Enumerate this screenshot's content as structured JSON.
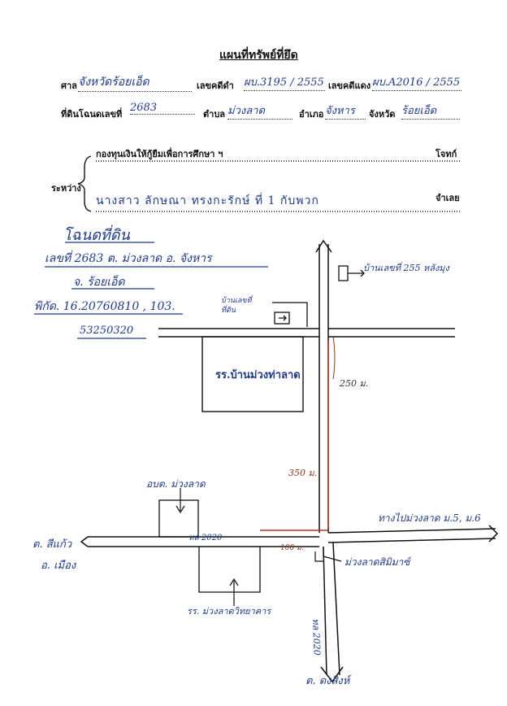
{
  "document": {
    "title": "แผนที่ทรัพย์ที่ยึด",
    "court_label": "ศาล",
    "court_value": "จังหวัดร้อยเอ็ด",
    "black_case_label": "เลขคดีดำ",
    "black_case_value": "ผบ.3195 / 2555",
    "red_case_label": "เลขคดีแดง",
    "red_case_value": "ผบ.A2016 / 2555",
    "deed_label": "ที่ดินโฉนดเลขที่",
    "deed_value": "2683",
    "subdistrict_label": "ตำบล",
    "subdistrict_value": "ม่วงลาด",
    "district_label": "อำเภอ",
    "district_value": "จังหาร",
    "province_label": "จังหวัด",
    "province_value": "ร้อยเอ็ด",
    "between_label": "ระหว่าง",
    "plaintiff_name": "กองทุนเงินให้กู้ยืมเพื่อการศึกษา ฯ",
    "plaintiff_label": "โจทก์",
    "defendant_name": "นางสาว ลักษณา ทรงกะรักษ์ ที่ 1 กับพวก",
    "defendant_label": "จำเลย"
  },
  "notes": {
    "heading": "โฉนดที่ดิน",
    "line1": "เลขที่ 2683 ต. ม่วงลาด อ. จังหาร",
    "line2": "จ. ร้อยเอ็ด",
    "line3": "พิกัด. 16.20760810 , 103.",
    "line4": "53250320"
  },
  "map": {
    "house_top_right": "บ้านเลขที่ 255 หลังมุง",
    "house_arrow_label": "บ้านเลขที่ ที่ดิน",
    "school": "รร.บ้านม่วงท่าลาด",
    "dist_250": "250 ม.",
    "dist_350": "350 ม.",
    "dist_100": "100 ม.",
    "obt": "อบต. ม่วงลาด",
    "road_right": "ทางไปม่วงลาด ม.5, ม.6",
    "road_label_h": "ทล 2020",
    "left_place_1": "ต. สีแก้ว",
    "left_place_2": "อ. เมือง",
    "mls": "ม่วงลาดสิมิมาซ์",
    "school_bottom": "รร. ม่วงลาดวิทยาคาร",
    "road_label_v": "ทล 2020",
    "bottom_place": "ต. ดงสิงห์"
  }
}
